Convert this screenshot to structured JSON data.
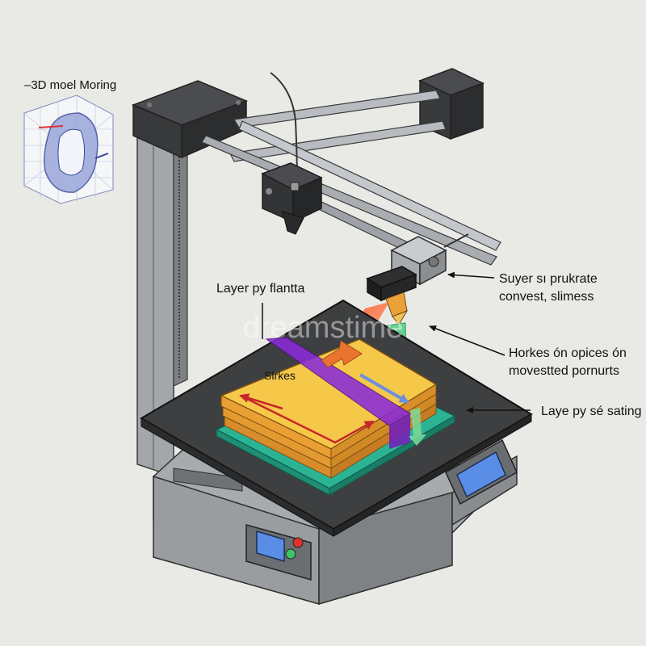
{
  "inset": {
    "title": "–3D moel Moring"
  },
  "labels": {
    "layer_flanta": "Layer py flantta",
    "slices": "Slrkes",
    "suyer_line1": "Suyer sı prukrate",
    "suyer_line2": "convest, slimess",
    "horkes_line1": "Horkes ón opices ón",
    "horkes_line2": "movestted pornurts",
    "laye_sating": "Laye py sé sating"
  },
  "watermark": "dreamstime",
  "colors": {
    "background": "#e9e9e6",
    "frame_dark": "#3c3d3f",
    "rail": "#9ea2a6",
    "bed": "#3e3f41",
    "layer_yellow": "#f2c03e",
    "layer_orange": "#e39a33",
    "base_teal": "#2bb394",
    "stripe_purple": "#8a2bd8",
    "arrow_red": "#d12f2a",
    "arrow_green": "#4ec77c",
    "screen_blue": "#5a8ee6"
  },
  "icons": [
    "extruder-icon",
    "nozzle-icon",
    "screen-icon",
    "red-button-icon",
    "green-button-icon"
  ]
}
